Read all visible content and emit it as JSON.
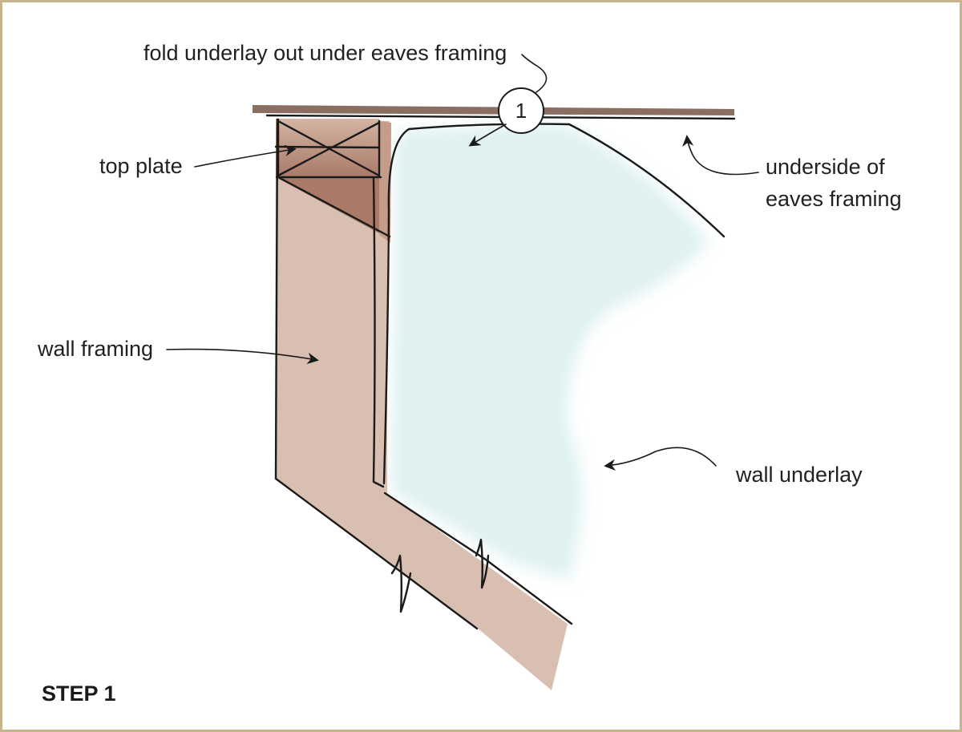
{
  "labels": {
    "fold_underlay": "fold underlay out under eaves framing",
    "top_plate": "top plate",
    "underside_line1": "underside of",
    "underside_line2": "eaves framing",
    "wall_framing": "wall framing",
    "wall_underlay": "wall underlay",
    "step": "STEP 1"
  },
  "callout": {
    "number": "1"
  },
  "colors": {
    "border": "#c6b58c",
    "eaves_board": "#8b6e62",
    "wall_framing": "#d9bfb1",
    "top_plate": "#b98e7d",
    "underlay": "#dff1f1",
    "ink": "#1a1a1a"
  }
}
